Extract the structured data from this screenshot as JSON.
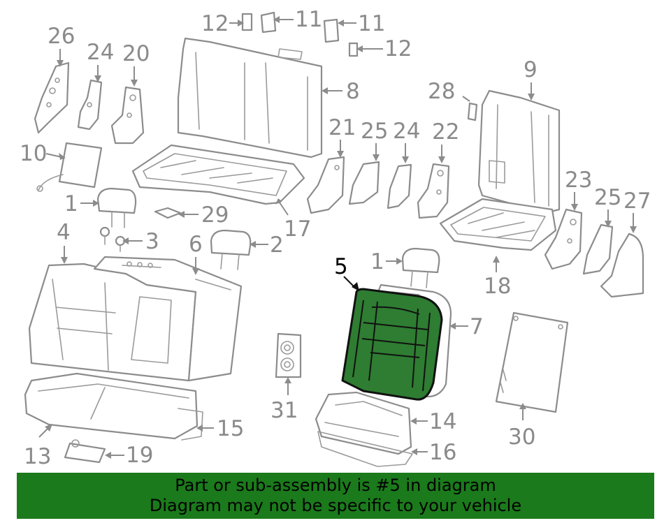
{
  "colors": {
    "highlight": "#2e7d32",
    "banner": "#1b7a1b",
    "line": "#8c8c8c"
  },
  "callouts": {
    "c26": "26",
    "c24a": "24",
    "c20": "20",
    "c12a": "12",
    "c11a": "11",
    "c11b": "11",
    "c12b": "12",
    "c8": "8",
    "c28": "28",
    "c9": "9",
    "c10": "10",
    "c21": "21",
    "c25a": "25",
    "c24b": "24",
    "c22": "22",
    "c1a": "1",
    "c29": "29",
    "c17": "17",
    "c23": "23",
    "c25b": "25",
    "c27": "27",
    "c18": "18",
    "c4": "4",
    "c3": "3",
    "c6": "6",
    "c2": "2",
    "c5": "5",
    "c1b": "1",
    "c7": "7",
    "c31": "31",
    "c30": "30",
    "c13": "13",
    "c15": "15",
    "c19": "19",
    "c14": "14",
    "c16": "16"
  },
  "highlighted_part": "5",
  "banner": {
    "line1": "Part or sub-assembly is #5 in diagram",
    "line2": "Diagram may not be specific to your vehicle"
  }
}
